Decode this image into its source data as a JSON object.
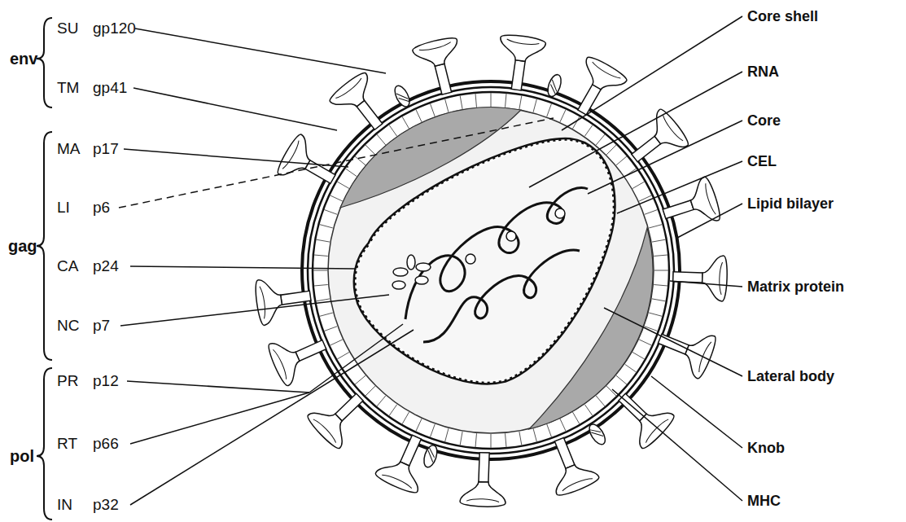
{
  "diagram": {
    "labels": [
      "env",
      "SU",
      "gp120",
      "TM",
      "gp41",
      "gag",
      "MA",
      "p17",
      "LI",
      "p6",
      "CA",
      "p24",
      "NC",
      "p7",
      "pol",
      "PR",
      "p12",
      "RT",
      "p66",
      "IN",
      "p32",
      "Core shell",
      "RNA",
      "Core",
      "CEL",
      "Lipid bilayer",
      "Matrix protein",
      "Lateral body",
      "Knob",
      "MHC"
    ]
  }
}
